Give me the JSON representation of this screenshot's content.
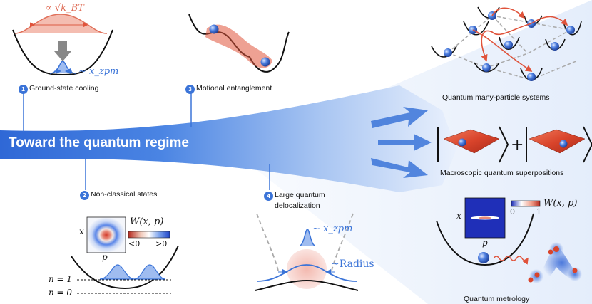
{
  "title": "Toward the quantum regime",
  "steps": {
    "s1": {
      "num": "1",
      "label": "Ground-state cooling"
    },
    "s2": {
      "num": "2",
      "label": "Non-classical states"
    },
    "s3": {
      "num": "3",
      "label": "Motional entanglement"
    },
    "s4": {
      "num": "4",
      "label_line1": "Large quantum",
      "label_line2": "delocalization"
    }
  },
  "applications": {
    "many_particle": "Quantum many-particle systems",
    "superpositions": "Macroscopic quantum superpositions",
    "metrology": "Quantum metrology"
  },
  "math": {
    "kbt": "∝ √k_BT",
    "xzpm_1": "~ x_zpm",
    "xzpm_4": "~ x_zpm",
    "radius": "~Radius",
    "wigner_label": "W(x, p)",
    "wigner_neg": "<0",
    "wigner_pos": ">0",
    "n1": "n = 1",
    "n0": "n = 0",
    "x_axis": "x",
    "p_axis": "p",
    "wigner_label_metro": "W(x, p)",
    "scale_min": "0",
    "scale_max": "1",
    "x_axis_metro": "x",
    "p_axis_metro": "p"
  },
  "colors": {
    "accent_blue": "#3b74d8",
    "thermal_red": "#e0705a",
    "surface_red": "#d9442b"
  }
}
